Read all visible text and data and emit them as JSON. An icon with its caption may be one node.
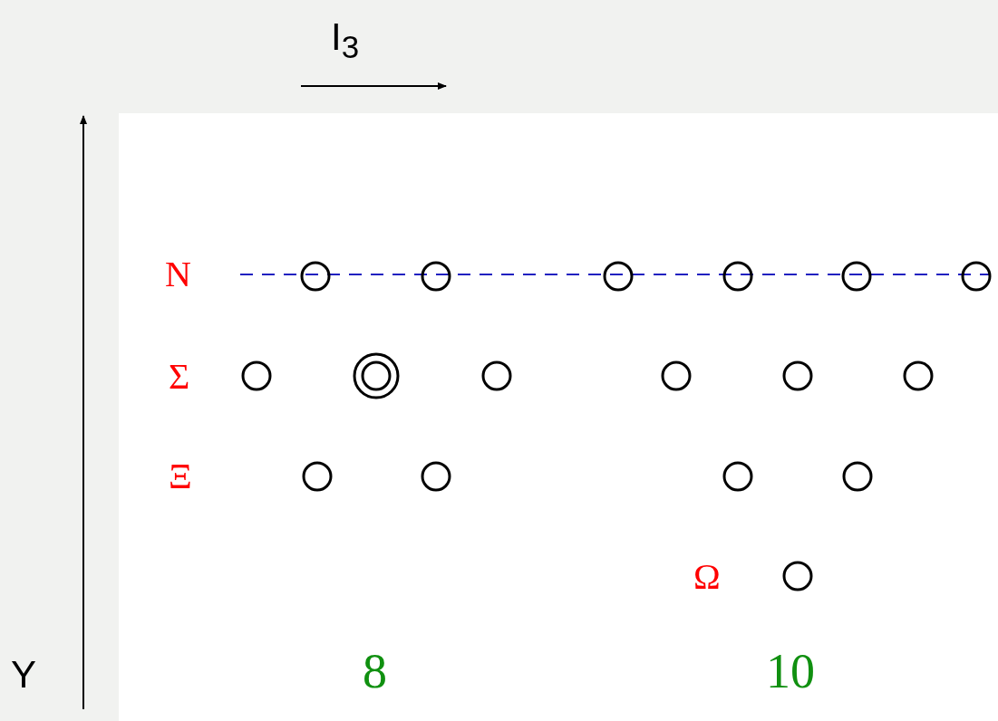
{
  "diagram": {
    "labels": [
      "I$_{3}$",
      "N",
      "Σ",
      "Ξ",
      "Ω",
      "Y",
      "8",
      "10"
    ]
  }
}
